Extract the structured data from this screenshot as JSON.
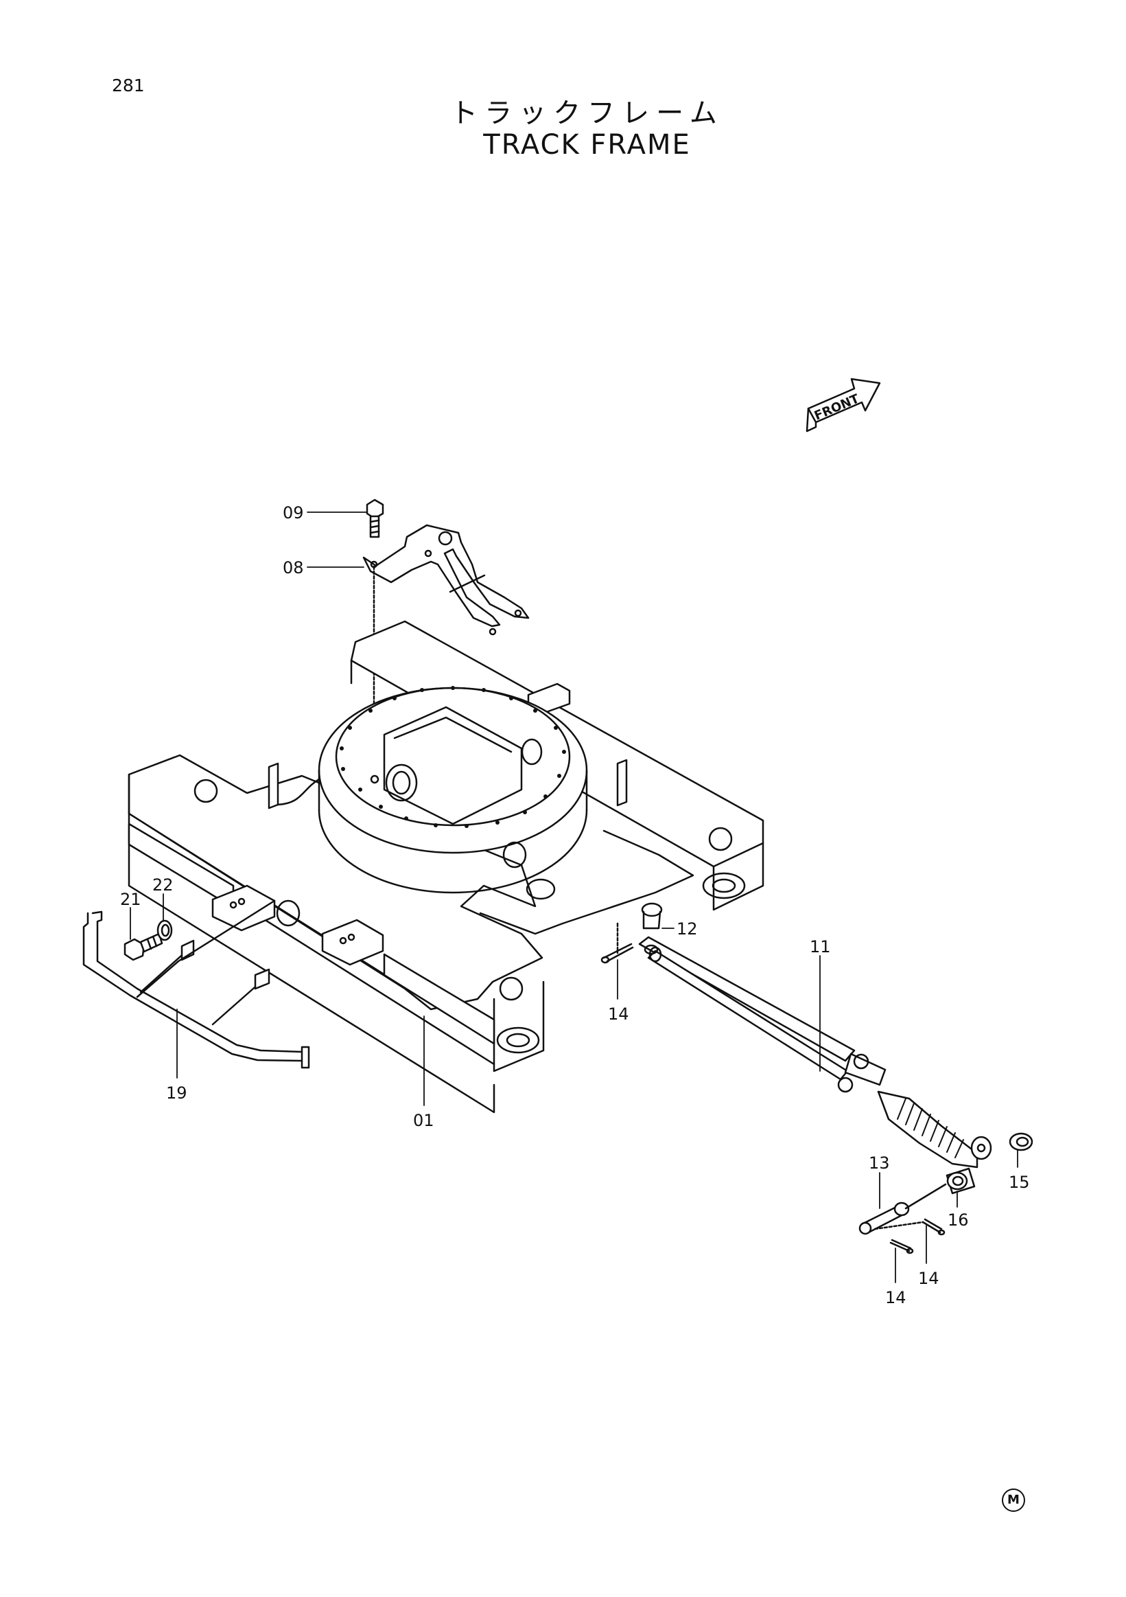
{
  "page": {
    "number": "281",
    "title_jp": "トラックフレーム",
    "title_en": "TRACK FRAME",
    "corner_mark": "M"
  },
  "direction_marker": {
    "label": "FRONT"
  },
  "callouts": [
    {
      "id": "c01",
      "text": "01"
    },
    {
      "id": "c08",
      "text": "08"
    },
    {
      "id": "c09",
      "text": "09"
    },
    {
      "id": "c11",
      "text": "11"
    },
    {
      "id": "c12",
      "text": "12"
    },
    {
      "id": "c13",
      "text": "13"
    },
    {
      "id": "c14a",
      "text": "14"
    },
    {
      "id": "c14b",
      "text": "14"
    },
    {
      "id": "c14c",
      "text": "14"
    },
    {
      "id": "c15",
      "text": "15"
    },
    {
      "id": "c16",
      "text": "16"
    },
    {
      "id": "c19",
      "text": "19"
    },
    {
      "id": "c21",
      "text": "21"
    },
    {
      "id": "c22",
      "text": "22"
    }
  ]
}
